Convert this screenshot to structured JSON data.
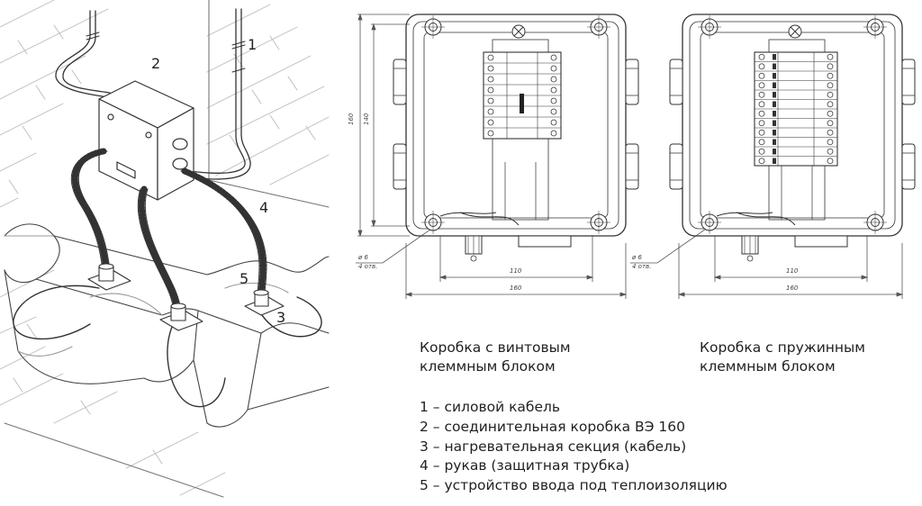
{
  "callouts": [
    "1",
    "2",
    "3",
    "4",
    "5"
  ],
  "dims": {
    "outer_height": "160",
    "inner_height": "140",
    "hole_spacing": "110",
    "outer_width": "160",
    "hole_dia": "ø 6",
    "hole_count": "4 отв."
  },
  "captions": {
    "screw": [
      "Коробка с винтовым",
      "клеммным блоком"
    ],
    "spring": [
      "Коробка с пружинным",
      "клеммным блоком"
    ]
  },
  "legend": [
    "1 – силовой кабель",
    "2 – соединительная коробка ВЭ 160",
    "3 – нагревательная секция (кабель)",
    "4 – рукав (защитная трубка)",
    "5 – устройство ввода под теплоизоляцию"
  ],
  "colors": {
    "line": "#333333",
    "dim": "#555555",
    "text": "#222222"
  }
}
